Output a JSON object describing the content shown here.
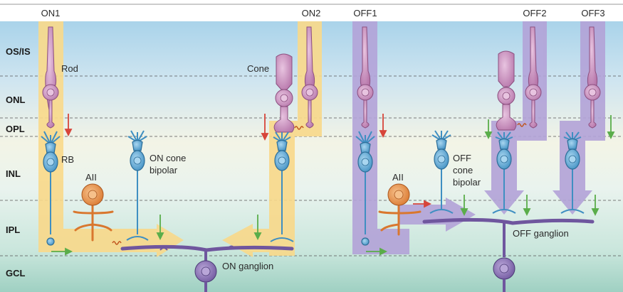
{
  "pathways": {
    "on1": "ON1",
    "on2": "ON2",
    "off1": "OFF1",
    "off2": "OFF2",
    "off3": "OFF3"
  },
  "layers": {
    "os_is": "OS/IS",
    "onl": "ONL",
    "opl": "OPL",
    "inl": "INL",
    "ipl": "IPL",
    "gcl": "GCL"
  },
  "cells": {
    "rod": "Rod",
    "cone": "Cone",
    "rb": "RB",
    "aii_left": "AII",
    "aii_right": "AII",
    "on_cone_bipolar_1": "ON cone",
    "on_cone_bipolar_2": "bipolar",
    "off_cone_bipolar_1": "OFF",
    "off_cone_bipolar_2": "cone",
    "off_cone_bipolar_3": "bipolar",
    "on_ganglion": "ON ganglion",
    "off_ganglion": "OFF ganglion"
  },
  "colors": {
    "on_pathway": "#f9d98a",
    "off_pathway": "#b3a3d8",
    "rod_cone": "#c98bbf",
    "bipolar": "#5aa8d6",
    "amacrine": "#e8944a",
    "ganglion": "#8a72b5",
    "arrow_red": "#d7453a",
    "arrow_green": "#5aad4a"
  }
}
